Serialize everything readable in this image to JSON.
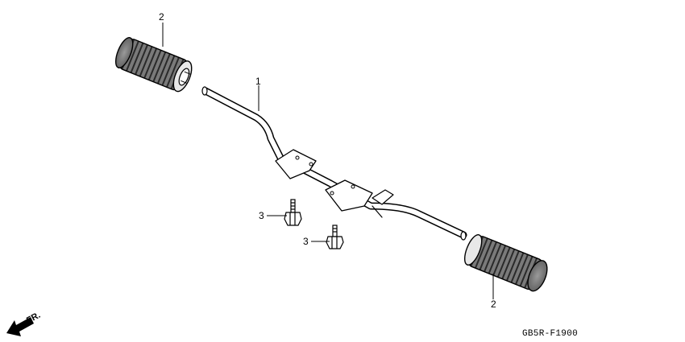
{
  "diagram": {
    "callouts": [
      {
        "id": "grip-upper",
        "label": "2"
      },
      {
        "id": "bar",
        "label": "1"
      },
      {
        "id": "bolt-left",
        "label": "3"
      },
      {
        "id": "bolt-right",
        "label": "3"
      },
      {
        "id": "grip-lower",
        "label": "2"
      }
    ],
    "front_label": "FR.",
    "part_code": "GB5R-F1900",
    "colors": {
      "line": "#000000",
      "rubber": "#6a6a6a",
      "background": "#ffffff"
    }
  }
}
